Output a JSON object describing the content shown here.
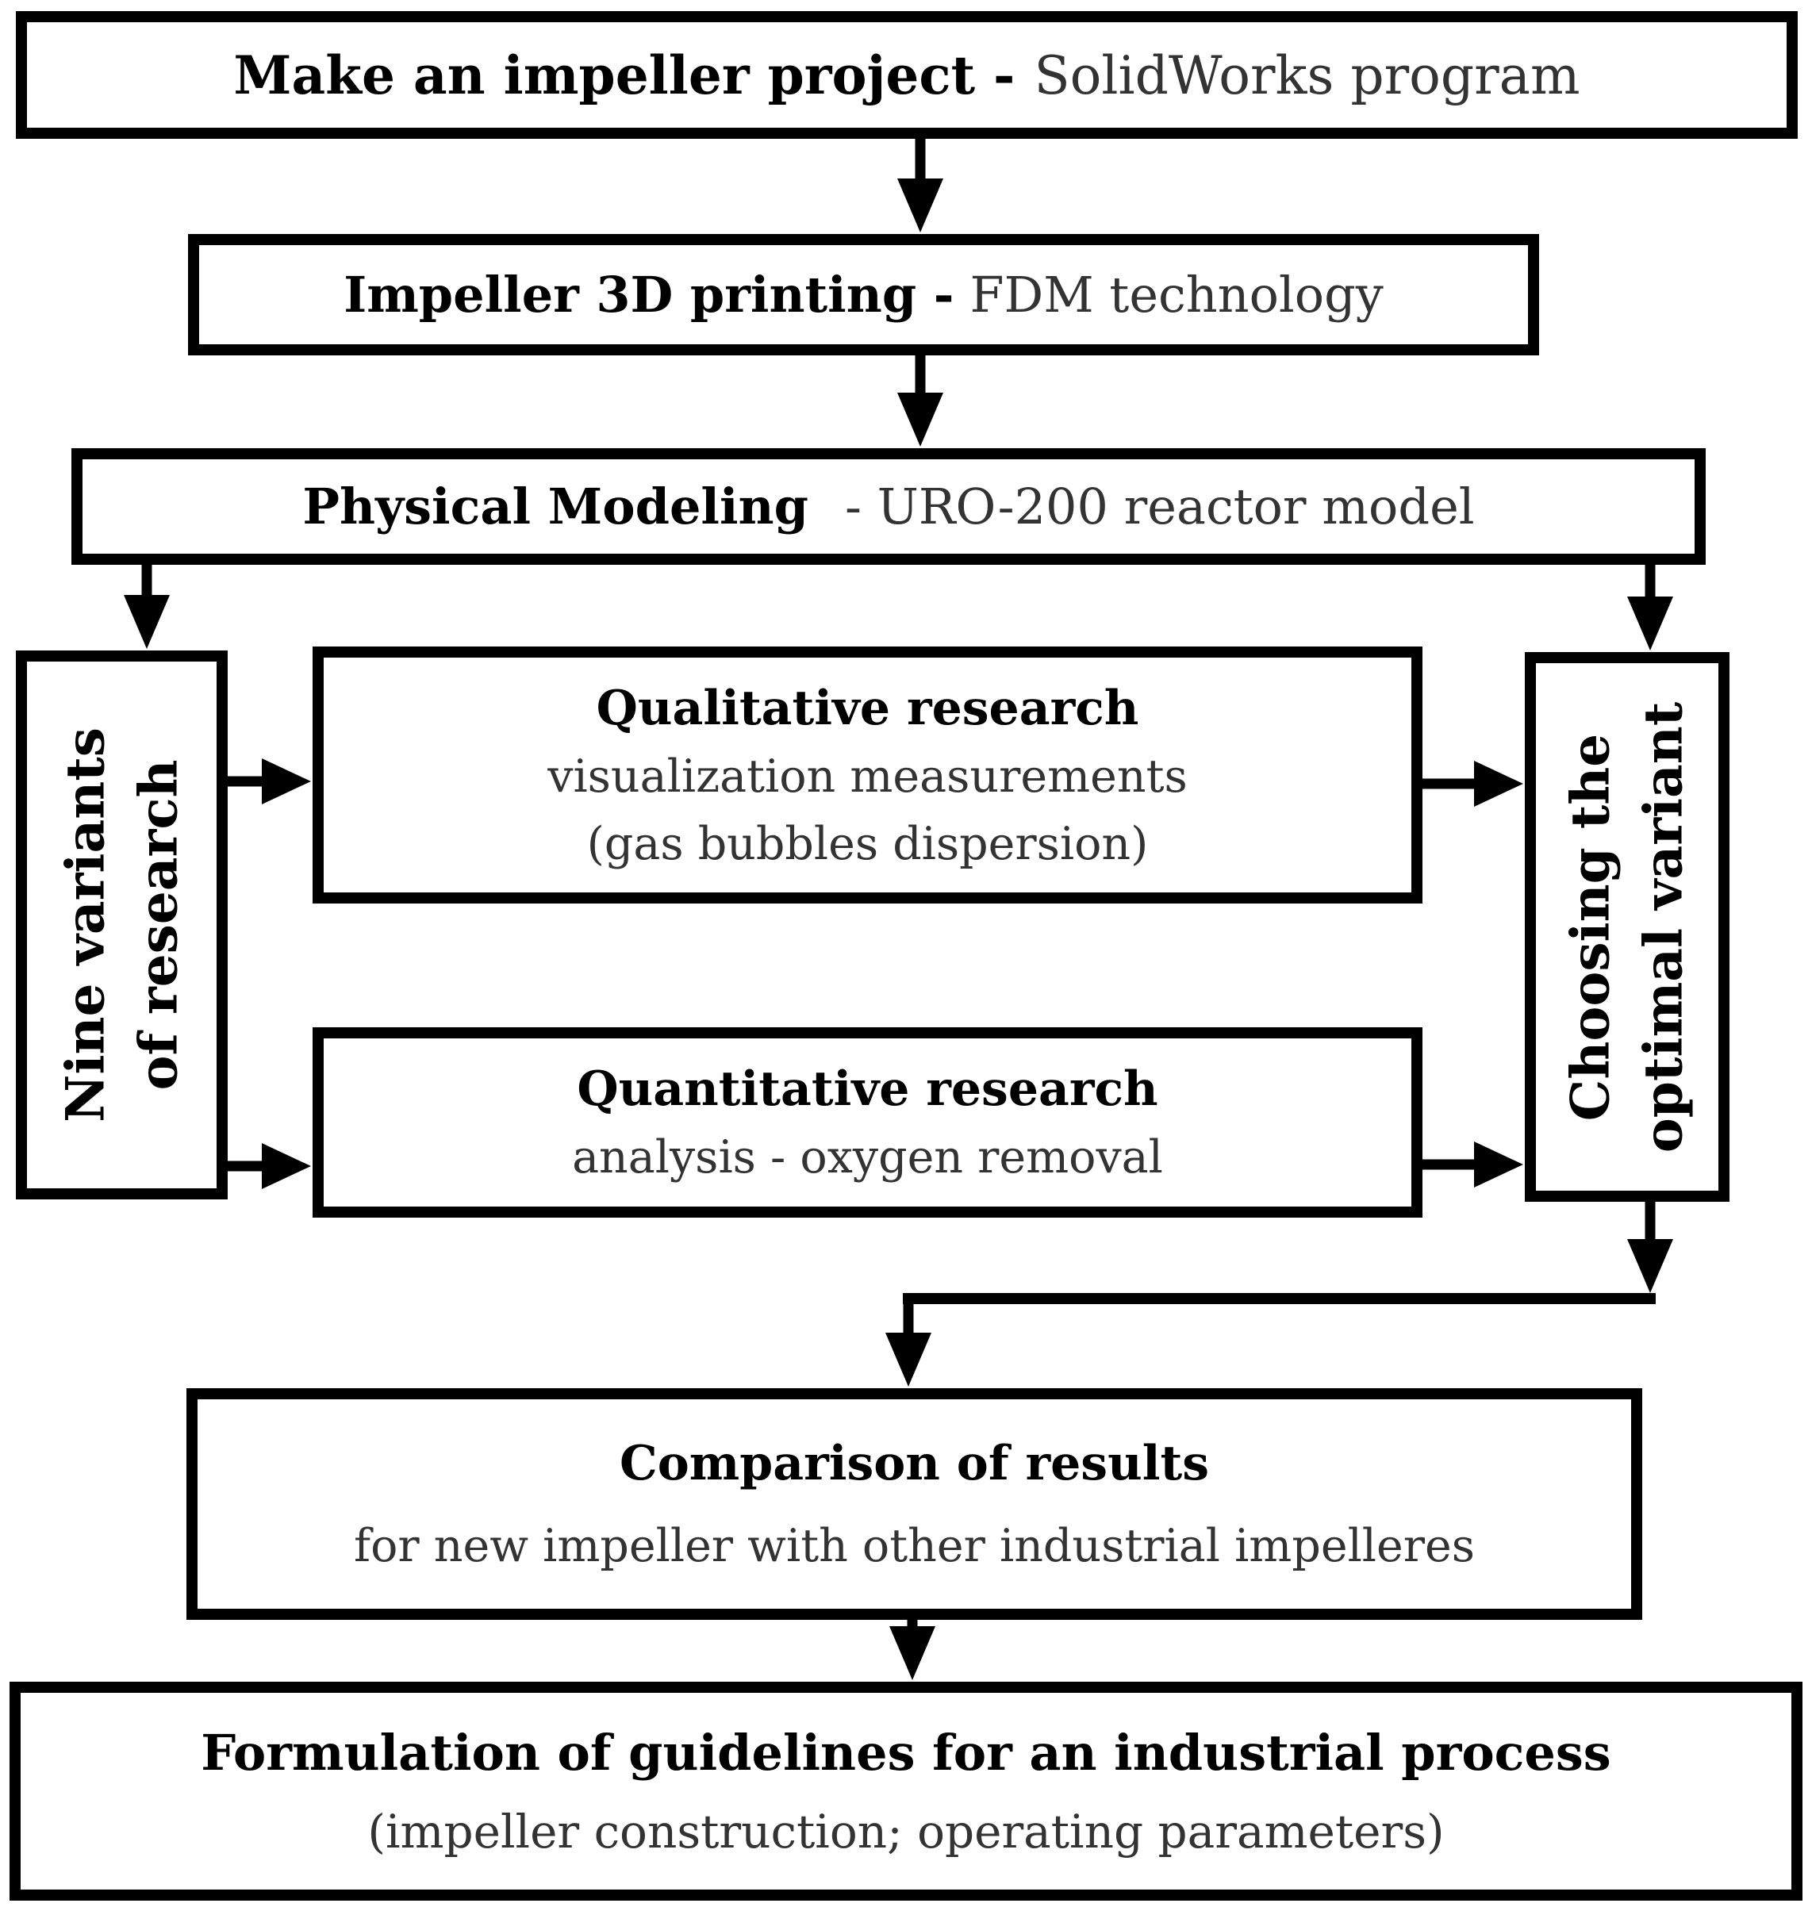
{
  "figure": {
    "boxes": {
      "project": {
        "bold": "Make an impeller project -",
        "regular": "SolidWorks program"
      },
      "printing": {
        "bold": "Impeller 3D printing -",
        "regular": "FDM technology"
      },
      "modeling": {
        "bold": "Physical Modeling",
        "regular": "- URO-200 reactor model"
      },
      "variants": {
        "line1": "Nine variants",
        "line2": "of research"
      },
      "qualitative": {
        "title": "Qualitative research",
        "line1": "visualization measurements",
        "line2": "(gas bubbles dispersion)"
      },
      "quantitative": {
        "title": "Quantitative research",
        "line1": "analysis - oxygen removal"
      },
      "choosing": {
        "line1": "Choosing the",
        "line2": "optimal variant"
      },
      "comparison": {
        "title": "Comparison of results",
        "line1": "for new impeller with other industrial impelleres"
      },
      "guidelines": {
        "title": "Formulation of guidelines for an industrial process",
        "line1": "(impeller construction; operating parameters)"
      }
    },
    "colors": {
      "border": "#000000",
      "bold_text": "#000000",
      "regular_text": "#333333",
      "background": "#ffffff"
    }
  }
}
